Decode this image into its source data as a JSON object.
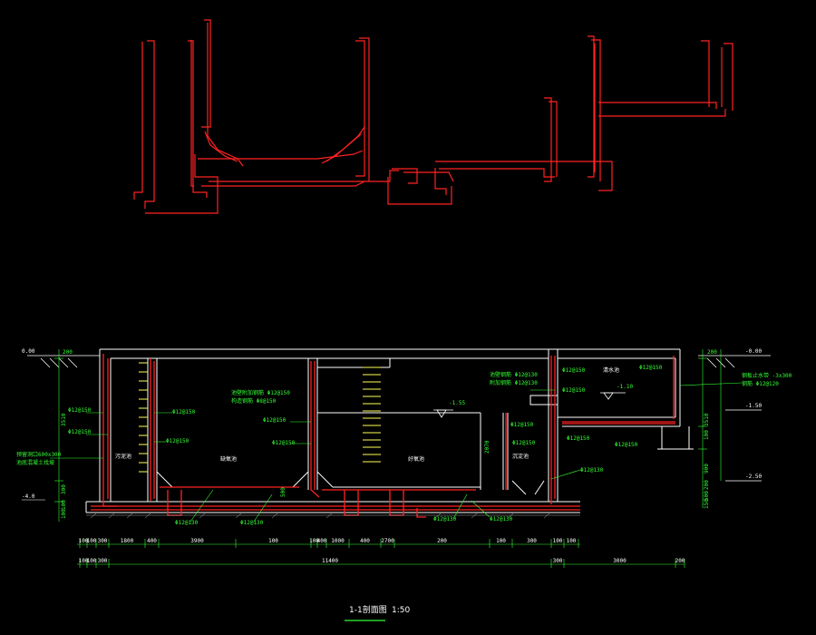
{
  "drawing": {
    "title": "1-1剖面图",
    "scale": "1:50",
    "background": "#000000",
    "colors": {
      "rebar": "#ff2222",
      "outline": "#ffffff",
      "dims": "#33ff33",
      "ladder": "#ffff55"
    }
  },
  "levels": {
    "left_top": "0.00",
    "right_top": "-0.00",
    "water_level": "-1.55",
    "right_water": "-1.10",
    "right_mid": "-1.50",
    "right_low": "-2.50",
    "left_bottom": "-4.0"
  },
  "rooms": {
    "r1": "污泥池",
    "r2": "缺氧池",
    "r3": "好氧池",
    "r4": "沉淀池",
    "r5": "清水池"
  },
  "rebar_labels": {
    "l1": "Φ12@150",
    "l2": "Φ12@150",
    "l3": "Φ12@150",
    "l4": "Φ12@150",
    "l5": "Φ12@150",
    "l6": "Φ12@150",
    "l7": "Φ12@150",
    "l8": "Φ12@150",
    "l9": "Φ12@150",
    "l10": "Φ12@150",
    "l11": "Φ12@150",
    "l12": "Φ12@150",
    "l13": "Φ12@150",
    "l14": "Φ12@130",
    "l15": "Φ12@130",
    "l16": "Φ12@130",
    "l17": "Φ12@130",
    "l18": "Φ12@130",
    "note1": "池壁附加钢筋 Φ12@150",
    "note2": "构造钢筋 Φ8@150",
    "note3": "池壁钢筋 Φ12@130",
    "note4": "附加钢筋 Φ12@130",
    "note5": "预留洞口600x300",
    "note6": "池底混凝土找坡",
    "note7": "钢板止水带 -3x300",
    "note8": "钢筋 Φ12@120"
  },
  "dims_row1": [
    "100",
    "100",
    "300",
    "1800",
    "400",
    "3900",
    "100",
    "100",
    "400",
    "1000",
    "400",
    "2700",
    "200",
    "100",
    "300",
    "100",
    "100"
  ],
  "dims_row2": [
    "100",
    "100",
    "300",
    "11400",
    "300",
    "3000",
    "200"
  ],
  "vertical_dims_left": [
    "200",
    "3510",
    "300",
    "100",
    "100"
  ],
  "vertical_dims_right": [
    "200",
    "3510",
    "100",
    "900",
    "200",
    "500",
    "150"
  ],
  "mid_dims": {
    "d1": "2070",
    "d2": "500"
  }
}
